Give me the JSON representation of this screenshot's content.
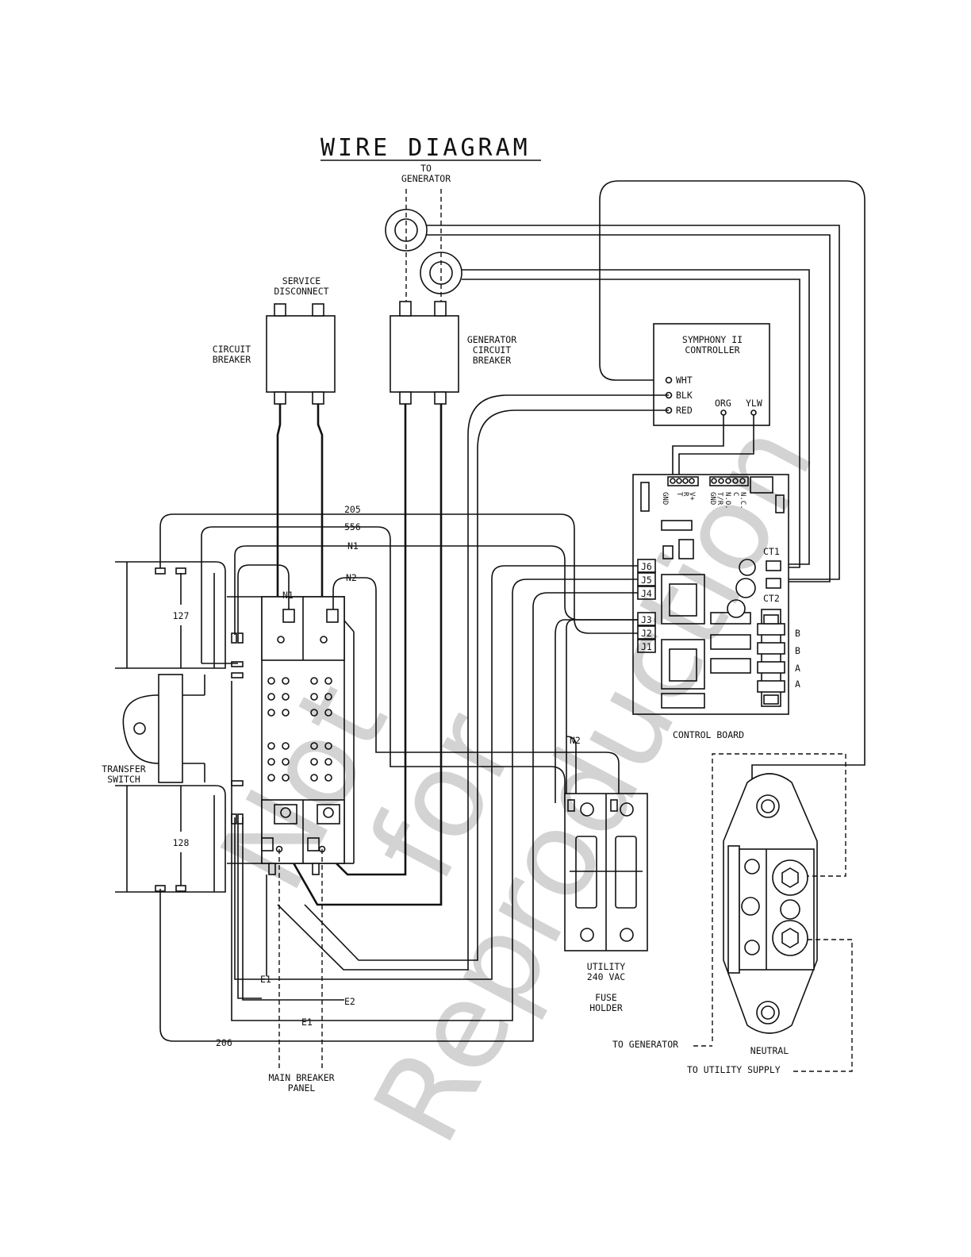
{
  "title": "WIRE DIAGRAM",
  "labels": {
    "to_generator_top_1": "TO",
    "to_generator_top_2": "GENERATOR",
    "service_disconnect_1": "SERVICE",
    "service_disconnect_2": "DISCONNECT",
    "circuit_breaker_1": "CIRCUIT",
    "circuit_breaker_2": "BREAKER",
    "gen_cb_1": "GENERATOR",
    "gen_cb_2": "CIRCUIT",
    "gen_cb_3": "BREAKER",
    "controller_1": "SYMPHONY II",
    "controller_2": "CONTROLLER",
    "wht": "WHT",
    "blk": "BLK",
    "red": "RED",
    "org": "ORG",
    "ylw": "YLW",
    "ct1": "CT1",
    "ct2": "CT2",
    "j6": "J6",
    "j5": "J5",
    "j4": "J4",
    "j3": "J3",
    "j2": "J2",
    "j1": "J1",
    "b1": "B",
    "b2": "B",
    "a1": "A",
    "a2": "A",
    "control_board": "CONTROL BOARD",
    "w205": "205",
    "w556": "556",
    "wn1": "N1",
    "wn2": "N2",
    "wn1b": "N1",
    "wn2b": "N2",
    "w127": "127",
    "w128": "128",
    "transfer_1": "TRANSFER",
    "transfer_2": "SWITCH",
    "e1a": "E1",
    "e2": "E2",
    "e1b": "E1",
    "w206": "206",
    "main_breaker_1": "MAIN BREAKER",
    "main_breaker_2": "PANEL",
    "utility_1": "UTILITY",
    "utility_2": "240 VAC",
    "fuse_1": "FUSE",
    "fuse_2": "HOLDER",
    "to_generator_bottom": "TO GENERATOR",
    "neutral": "NEUTRAL",
    "to_utility": "TO UTILITY SUPPLY",
    "pin_gnd": "GND",
    "pin_t": "T",
    "pin_r": "R",
    "pin_v": "V+",
    "pin_gnd2": "GND",
    "pin_tr": "T/R",
    "pin_no": "N.O.",
    "pin_c": "C",
    "pin_nc": "N.C."
  },
  "watermark": {
    "line1": "Not",
    "line2": "for",
    "line3": "Reproduction"
  }
}
